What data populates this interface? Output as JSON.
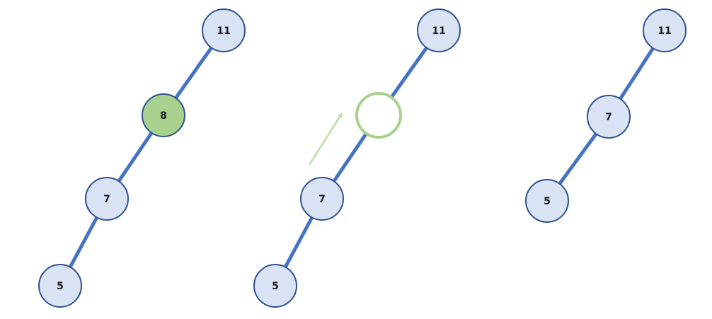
{
  "colors": {
    "edge": "#4472C4",
    "node_fill": "#DAE3F3",
    "node_stroke": "#2F528F",
    "highlight_fill": "#A9D18E",
    "highlight_stroke": "#2F528F",
    "empty_stroke": "#A9D18E",
    "arrow": "#C5E0B4"
  },
  "panel1": {
    "n11": "11",
    "n8": "8",
    "n7": "7",
    "n5": "5"
  },
  "panel2": {
    "n11": "11",
    "n7": "7",
    "n5": "5"
  },
  "panel3": {
    "n11": "11",
    "n7": "7",
    "n5": "5"
  }
}
